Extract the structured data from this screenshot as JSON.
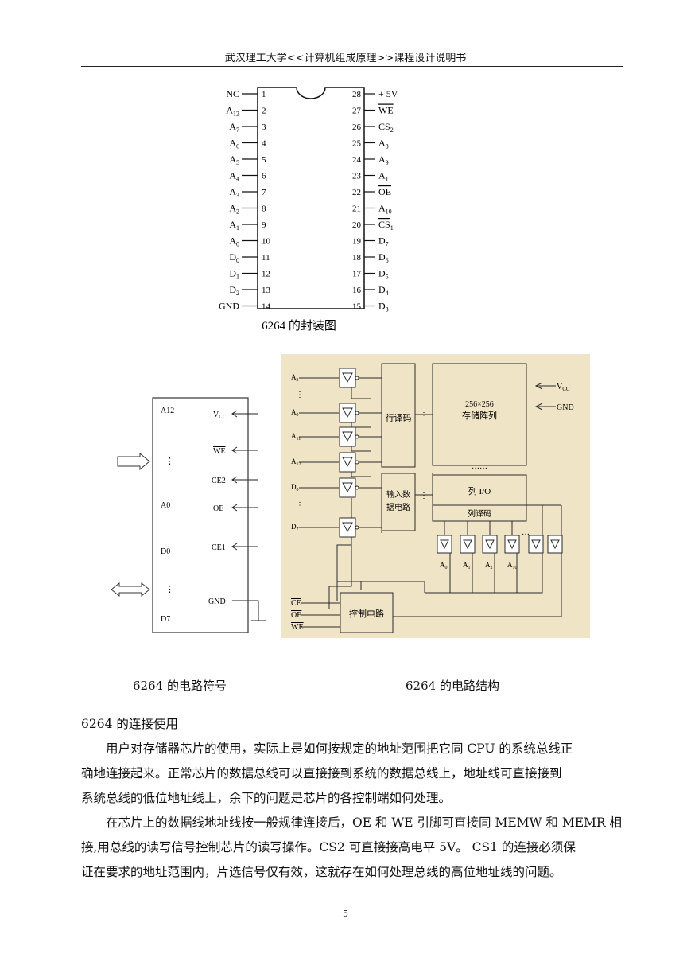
{
  "header": {
    "title": "武汉理工大学<<计算机组成原理>>课程设计说明书"
  },
  "dip": {
    "caption": "6264 的封装图",
    "left_pins": [
      {
        "num": "1",
        "name": "NC"
      },
      {
        "num": "2",
        "name": "A",
        "sub": "12"
      },
      {
        "num": "3",
        "name": "A",
        "sub": "7"
      },
      {
        "num": "4",
        "name": "A",
        "sub": "6"
      },
      {
        "num": "5",
        "name": "A",
        "sub": "5"
      },
      {
        "num": "6",
        "name": "A",
        "sub": "4"
      },
      {
        "num": "7",
        "name": "A",
        "sub": "3"
      },
      {
        "num": "8",
        "name": "A",
        "sub": "2"
      },
      {
        "num": "9",
        "name": "A",
        "sub": "1"
      },
      {
        "num": "10",
        "name": "A",
        "sub": "0"
      },
      {
        "num": "11",
        "name": "D",
        "sub": "0"
      },
      {
        "num": "12",
        "name": "D",
        "sub": "1"
      },
      {
        "num": "13",
        "name": "D",
        "sub": "2"
      },
      {
        "num": "14",
        "name": "GND"
      }
    ],
    "right_pins": [
      {
        "num": "28",
        "name": "+ 5V"
      },
      {
        "num": "27",
        "name": "WE",
        "over": true
      },
      {
        "num": "26",
        "name": "CS",
        "sub": "2"
      },
      {
        "num": "25",
        "name": "A",
        "sub": "8"
      },
      {
        "num": "24",
        "name": "A",
        "sub": "9"
      },
      {
        "num": "23",
        "name": "A",
        "sub": "11"
      },
      {
        "num": "22",
        "name": "OE",
        "over": true
      },
      {
        "num": "21",
        "name": "A",
        "sub": "10"
      },
      {
        "num": "20",
        "name": "CS",
        "sub": "1",
        "over": true
      },
      {
        "num": "19",
        "name": "D",
        "sub": "7"
      },
      {
        "num": "18",
        "name": "D",
        "sub": "6"
      },
      {
        "num": "17",
        "name": "D",
        "sub": "5"
      },
      {
        "num": "16",
        "name": "D",
        "sub": "4"
      },
      {
        "num": "15",
        "name": "D",
        "sub": "3"
      }
    ]
  },
  "symbol": {
    "caption": "6264 的电路符号",
    "a12": "A12",
    "a0": "A0",
    "d0": "D0",
    "d7": "D7",
    "dots": "⋮",
    "vcc": "V",
    "vcc_sub": "CC",
    "we": "WE",
    "ce2": "CE2",
    "oe": "OE",
    "ce1": "CE1",
    "gnd": "GND"
  },
  "structure": {
    "caption": "6264 的电路结构",
    "inputs": [
      "A",
      "A",
      "A",
      "A",
      "D",
      "D"
    ],
    "input_subs": [
      "3",
      "9",
      "11",
      "12",
      "0",
      "7"
    ],
    "row_decoder": "行译码",
    "array_l1": "256×256",
    "array_l2": "存储阵列",
    "vcc": "V",
    "vcc_sub": "CC",
    "gnd": "GND",
    "data_in_l1": "输入数",
    "data_in_l2": "据电路",
    "col_io": "列 I/O",
    "col_dec": "列译码",
    "dots_h": "······",
    "ellipsis": "···",
    "coladdr": [
      "A",
      "A",
      "A",
      "A"
    ],
    "coladdr_subs": [
      "0",
      "1",
      "2",
      "10"
    ],
    "control": "控制电路",
    "ce": "CE",
    "oe": "OE",
    "we": "WE"
  },
  "section_title": "6264 的连接使用",
  "paragraphs": [
    "　　用户对存储器芯片的使用，实际上是如何按规定的地址范围把它同 CPU 的系统总线正",
    "确地连接起来。正常芯片的数据总线可以直接接到系统的数据总线上，地址线可直接接到",
    "系统总线的低位地址线上，余下的问题是芯片的各控制端如何处理。",
    "　　在芯片上的数据线地址线按一般规律连接后，OE 和 WE 引脚可直接同 MEMW 和 MEMR 相",
    "接,用总线的读写信号控制芯片的读写操作。CS2 可直接接高电平 5V。 CS1 的连接必须保",
    "证在要求的地址范围内，片选信号仅有效，这就存在如何处理总线的高位地址线的问题。"
  ],
  "page_number": "5"
}
